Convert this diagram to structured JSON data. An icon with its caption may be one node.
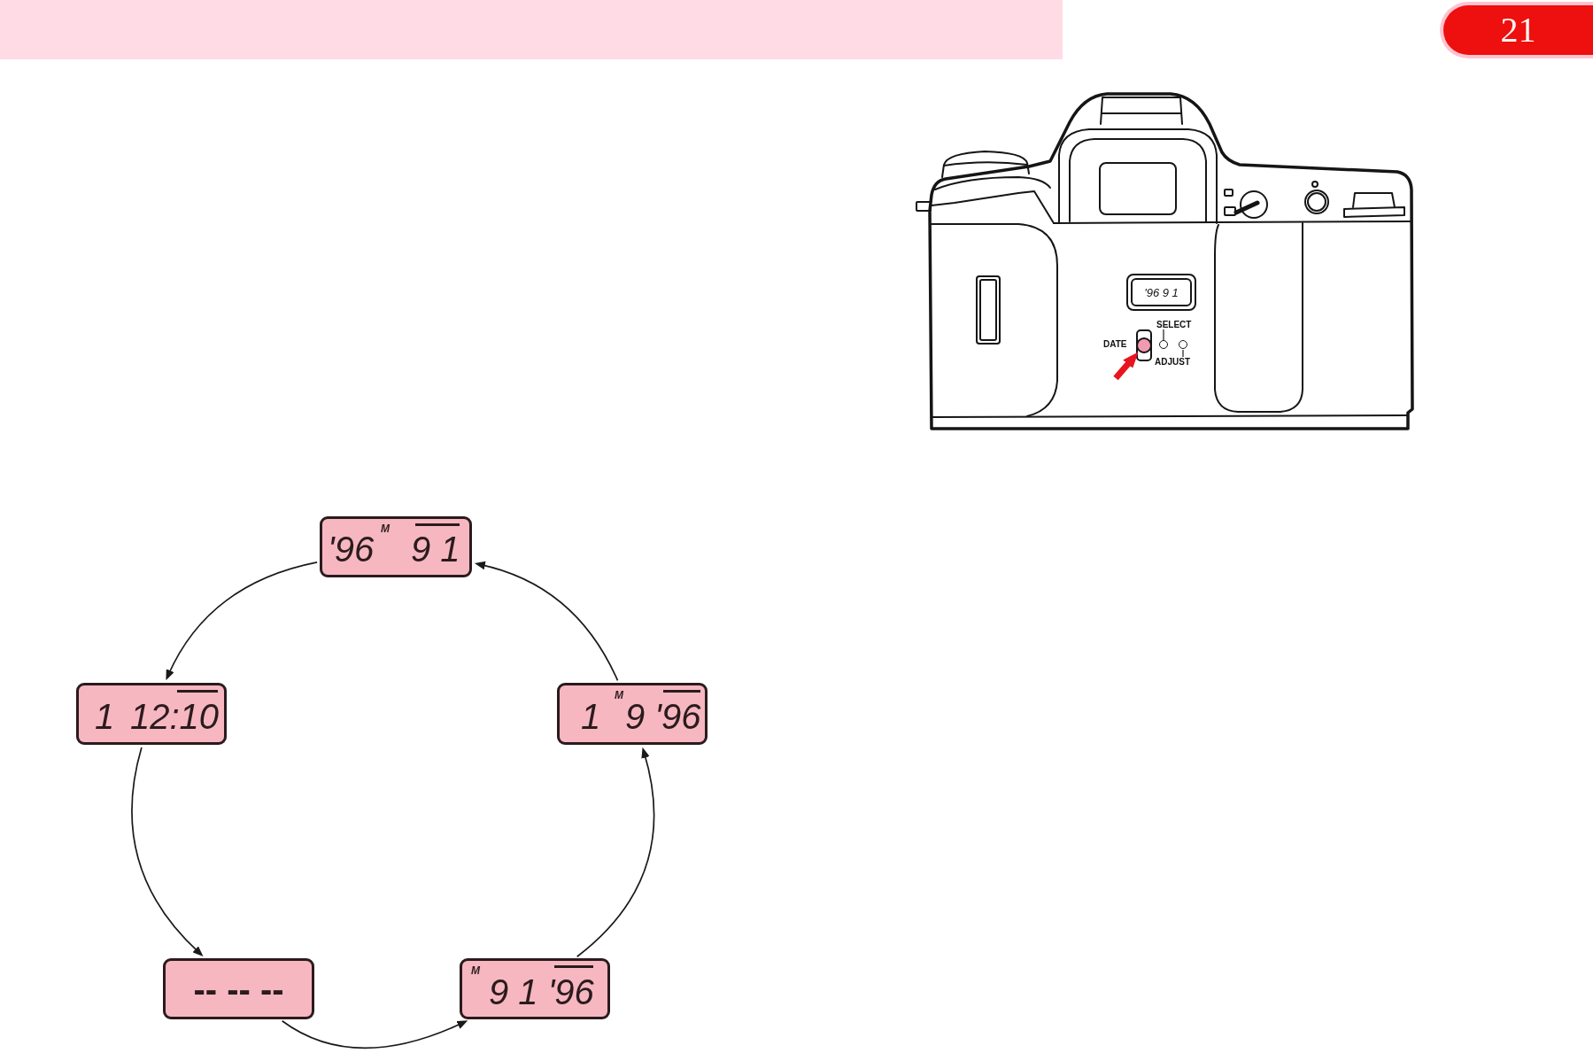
{
  "diagram": {
    "nodes": [
      {
        "text": [
          "'96 9 1"
        ]
      },
      {
        "text": [
          "SELECT"
        ]
      },
      {
        "text": [],
        "shape": "circle"
      },
      {
        "text": [],
        "shape": "circle"
      },
      {
        "text": [],
        "shape": "circle"
      },
      {
        "text": [
          "ADJUST"
        ]
      },
      {
        "text": [
          "'96",
          "M",
          "9 1"
        ]
      },
      {
        "text": [
          "1",
          "12:10"
        ]
      },
      {
        "text": [
          "1",
          "M",
          "9 '96"
        ]
      },
      {
        "text": [
          "-- -- --"
        ]
      },
      {
        "text": [
          "M",
          "9 1 '96"
        ]
      }
    ],
    "edges": [
      {
        "from": 1,
        "to": 3,
        "arrow": "none"
      },
      {
        "from": null,
        "to": 2,
        "arrow": "to",
        "style": "thick",
        "color": "#e8141e"
      },
      {
        "from": 5,
        "to": 4,
        "arrow": "none"
      },
      {
        "from": 6,
        "to": 7,
        "arrow": "to"
      },
      {
        "from": 7,
        "to": 9,
        "arrow": "to"
      },
      {
        "from": 9,
        "to": 10,
        "arrow": "to"
      },
      {
        "from": 10,
        "to": 8,
        "arrow": "to"
      },
      {
        "from": 8,
        "to": 6,
        "arrow": "to"
      }
    ],
    "labels": [
      "21",
      "DATE"
    ]
  }
}
